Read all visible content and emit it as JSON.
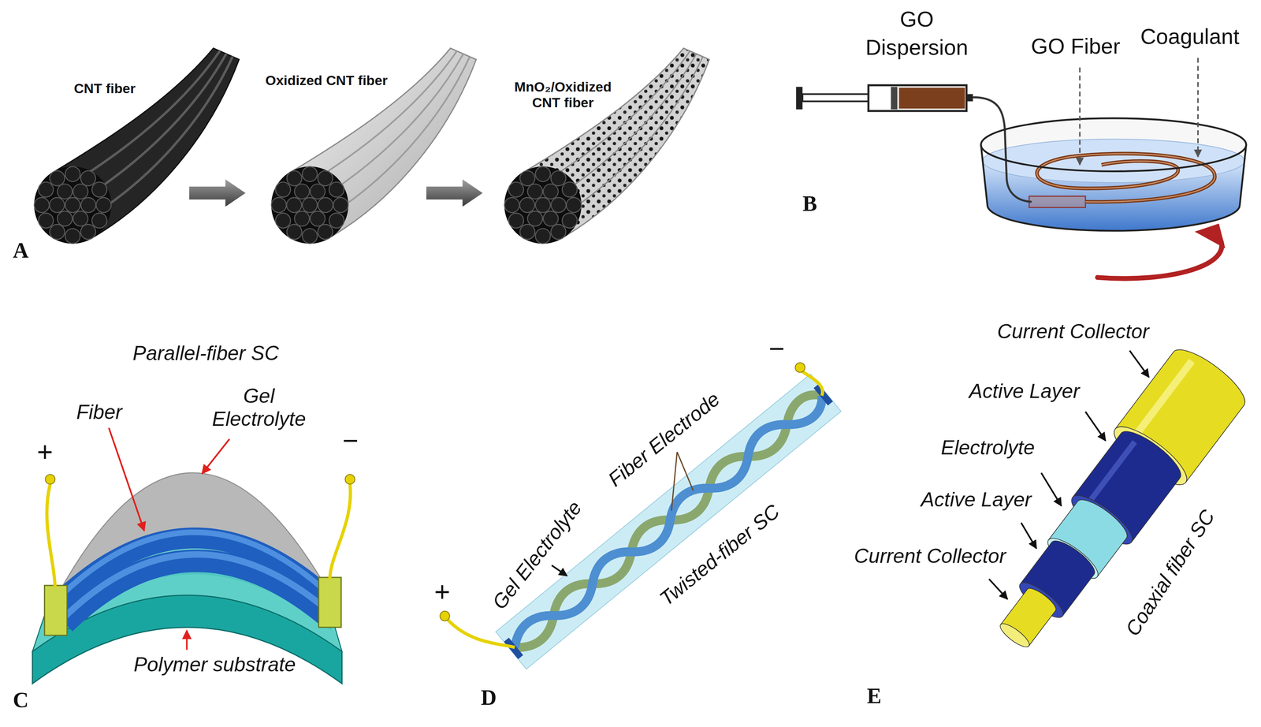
{
  "diagram": {
    "labels": [
      "CNT fiber",
      "Oxidized CNT fiber",
      "MnO₂/Oxidized CNT fiber",
      "A",
      "GO Dispersion",
      "Coagulant",
      "GO Fiber",
      "B",
      "Parallel-fiber SC",
      "Gel Electrolyte",
      "Fiber",
      "−",
      "+",
      "Polymer substrate",
      "C",
      "−",
      "Fiber Electrode",
      "Gel Electrolyte",
      "Twisted-fiber SC",
      "+",
      "D",
      "Current Collector",
      "Active Layer",
      "Electrolyte",
      "Active Layer",
      "Current Collector",
      "Coaxial fiber SC",
      "E"
    ]
  }
}
